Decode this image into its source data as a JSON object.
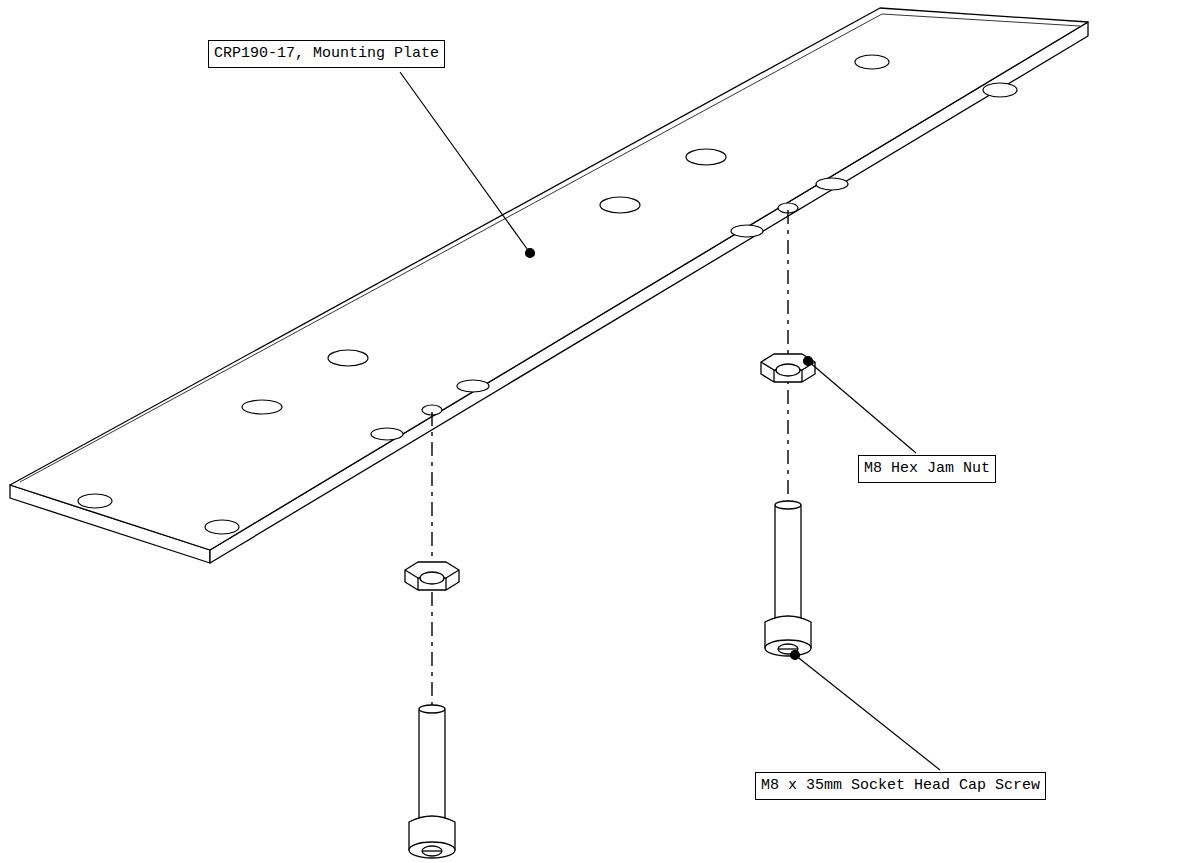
{
  "diagram": {
    "nodes": [
      {
        "text": [
          "CRP190-17, Mounting Plate"
        ]
      },
      {
        "text": [
          "M8 Hex Jam Nut"
        ]
      },
      {
        "text": [
          "M8 x 35mm Socket Head Cap Screw"
        ]
      }
    ]
  }
}
